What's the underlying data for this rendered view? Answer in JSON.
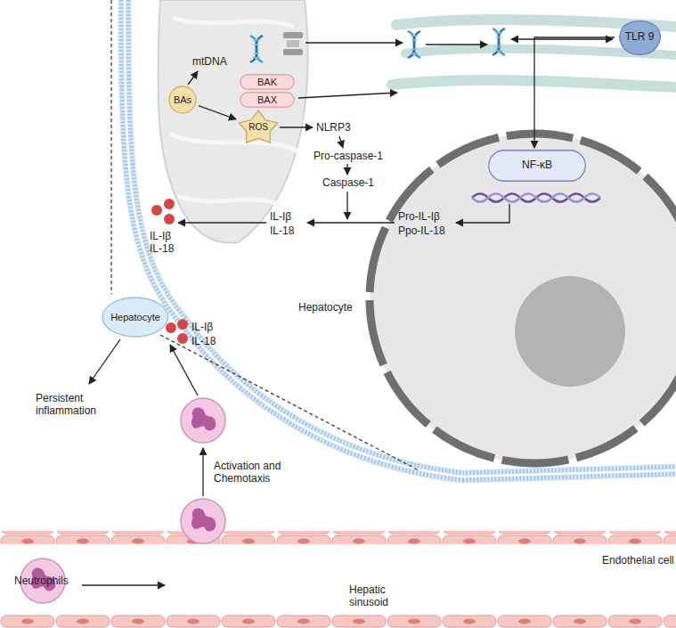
{
  "diagram": {
    "nodes": [
      {
        "text": [
          "BAs"
        ]
      },
      {
        "text": [
          "ROS"
        ]
      },
      {
        "text": [
          "BAK"
        ]
      },
      {
        "text": [
          "BAX"
        ]
      },
      {
        "text": [
          "TLR 9"
        ]
      },
      {
        "text": [
          "NF-κB"
        ]
      },
      {
        "text": [
          "Hepatocyte"
        ]
      }
    ],
    "edges": [
      {
        "from": 0,
        "to": 1,
        "arrow": "to"
      },
      {
        "from": 4,
        "to": 5,
        "arrow": "to"
      }
    ],
    "labels": [
      "mtDNA",
      "NLRP3",
      "Pro-caspase-1",
      "Caspase-1",
      "IL-Iβ",
      "IL-18",
      "IL-Iβ",
      "IL-18",
      "Pro-IL-Iβ",
      "Ppo-IL-18",
      "Hepatocyte",
      "IL-Iβ",
      "IL-18",
      "Persistent inflammation",
      "Activation and Chemotaxis",
      "Endothelial cell",
      "Neutrophils",
      "Hepatic sinusoid"
    ]
  }
}
